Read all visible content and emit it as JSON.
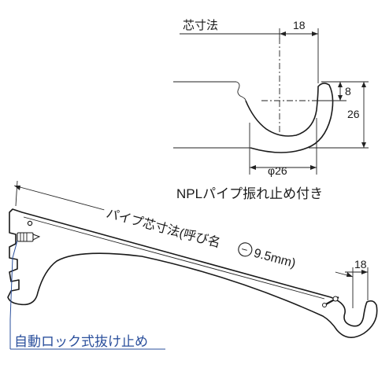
{
  "detail": {
    "core_label": "芯寸法",
    "dim_top": "18",
    "dim_right_small": "8",
    "dim_right_large": "26",
    "dim_diameter": "φ26",
    "caption": "NPLパイプ振れ止め付き"
  },
  "bracket": {
    "pipe_core_label": "パイプ芯寸法(呼び名",
    "size_symbol": "−",
    "size_value": "9.5mm)",
    "dim_end": "18",
    "lock_label": "自動ロック式抜け止め"
  },
  "colors": {
    "lock_label": "#2a4f9c",
    "leader": "#2a4f9c"
  }
}
